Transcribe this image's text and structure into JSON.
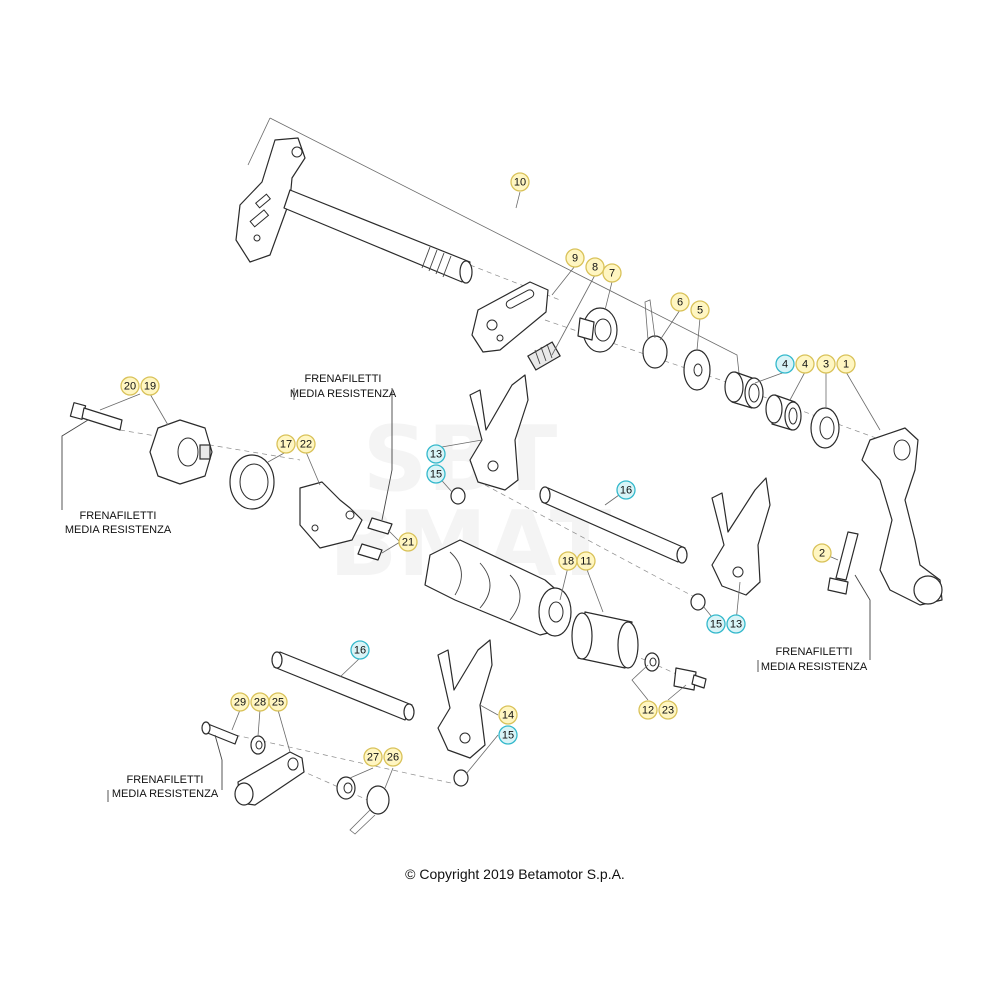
{
  "colors": {
    "badge_yellow": "#fff6c2",
    "badge_yellow_stroke": "#d9c25a",
    "badge_cyan": "#d9f4f7",
    "badge_cyan_stroke": "#35b9cc"
  },
  "watermark": {
    "line1": "SBT",
    "line2": "BMAT"
  },
  "notes": {
    "thread_lock_line1": "FRENAFILETTI",
    "thread_lock_line2": "MEDIA RESISTENZA"
  },
  "copyright": "© Copyright 2019 Betamotor S.p.A.",
  "callouts": [
    {
      "label": "10",
      "tone": "yellow"
    },
    {
      "label": "9",
      "tone": "yellow"
    },
    {
      "label": "8",
      "tone": "yellow"
    },
    {
      "label": "7",
      "tone": "yellow"
    },
    {
      "label": "6",
      "tone": "yellow"
    },
    {
      "label": "5",
      "tone": "yellow"
    },
    {
      "label": "4",
      "tone": "cyan"
    },
    {
      "label": "4",
      "tone": "yellow"
    },
    {
      "label": "3",
      "tone": "yellow"
    },
    {
      "label": "1",
      "tone": "yellow"
    },
    {
      "label": "20",
      "tone": "yellow"
    },
    {
      "label": "19",
      "tone": "yellow"
    },
    {
      "label": "17",
      "tone": "yellow"
    },
    {
      "label": "22",
      "tone": "yellow"
    },
    {
      "label": "13",
      "tone": "cyan"
    },
    {
      "label": "15",
      "tone": "cyan"
    },
    {
      "label": "16",
      "tone": "cyan"
    },
    {
      "label": "21",
      "tone": "yellow"
    },
    {
      "label": "18",
      "tone": "yellow"
    },
    {
      "label": "11",
      "tone": "yellow"
    },
    {
      "label": "2",
      "tone": "yellow"
    },
    {
      "label": "15",
      "tone": "cyan"
    },
    {
      "label": "13",
      "tone": "cyan"
    },
    {
      "label": "16",
      "tone": "cyan"
    },
    {
      "label": "29",
      "tone": "yellow"
    },
    {
      "label": "28",
      "tone": "yellow"
    },
    {
      "label": "25",
      "tone": "yellow"
    },
    {
      "label": "14",
      "tone": "yellow"
    },
    {
      "label": "15",
      "tone": "cyan"
    },
    {
      "label": "12",
      "tone": "yellow"
    },
    {
      "label": "23",
      "tone": "yellow"
    },
    {
      "label": "27",
      "tone": "yellow"
    },
    {
      "label": "26",
      "tone": "yellow"
    }
  ]
}
